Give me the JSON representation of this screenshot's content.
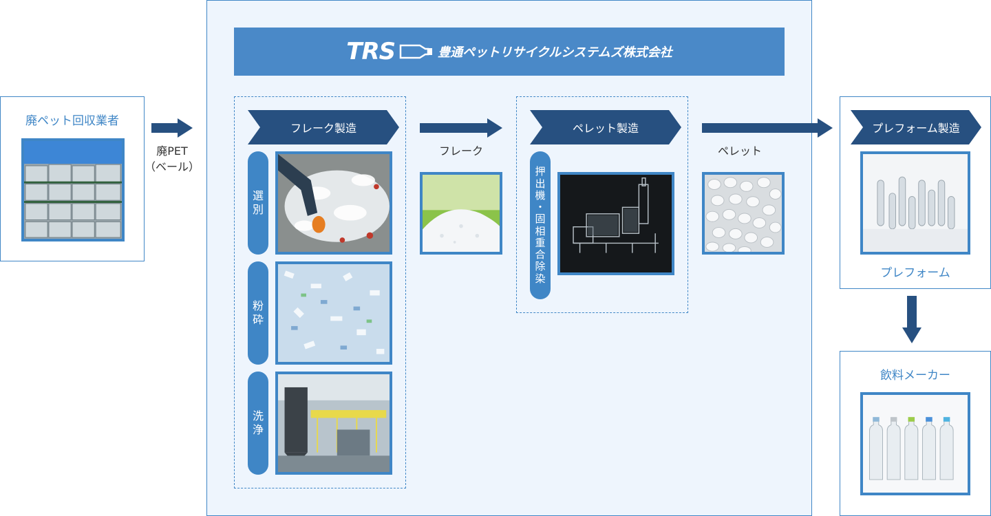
{
  "collector": {
    "title": "廃ペット回収業者"
  },
  "arrow1": {
    "label_line1": "廃PET",
    "label_line2": "（ベール）"
  },
  "company": {
    "logo": "TRS",
    "name": "豊通ペットリサイクルシステムズ株式会社"
  },
  "flake_process": {
    "title": "フレーク製造",
    "steps": [
      {
        "chars": [
          "選",
          "別"
        ]
      },
      {
        "chars": [
          "粉",
          "砕"
        ]
      },
      {
        "chars": [
          "洗",
          "浄"
        ]
      }
    ]
  },
  "flake_output": {
    "label": "フレーク"
  },
  "pellet_process": {
    "title": "ペレット製造",
    "step_chars": [
      "押",
      "出",
      "機",
      "・",
      "固",
      "相",
      "重",
      "合",
      "除",
      "染"
    ]
  },
  "pellet_output": {
    "label": "ペレット"
  },
  "preform_process": {
    "title": "プレフォーム製造",
    "caption": "プレフォーム"
  },
  "beverage_maker": {
    "title": "飲料メーカー"
  },
  "colors": {
    "accent": "#3f86c6",
    "dark": "#275080",
    "panel_bg": "#eef5fd"
  }
}
